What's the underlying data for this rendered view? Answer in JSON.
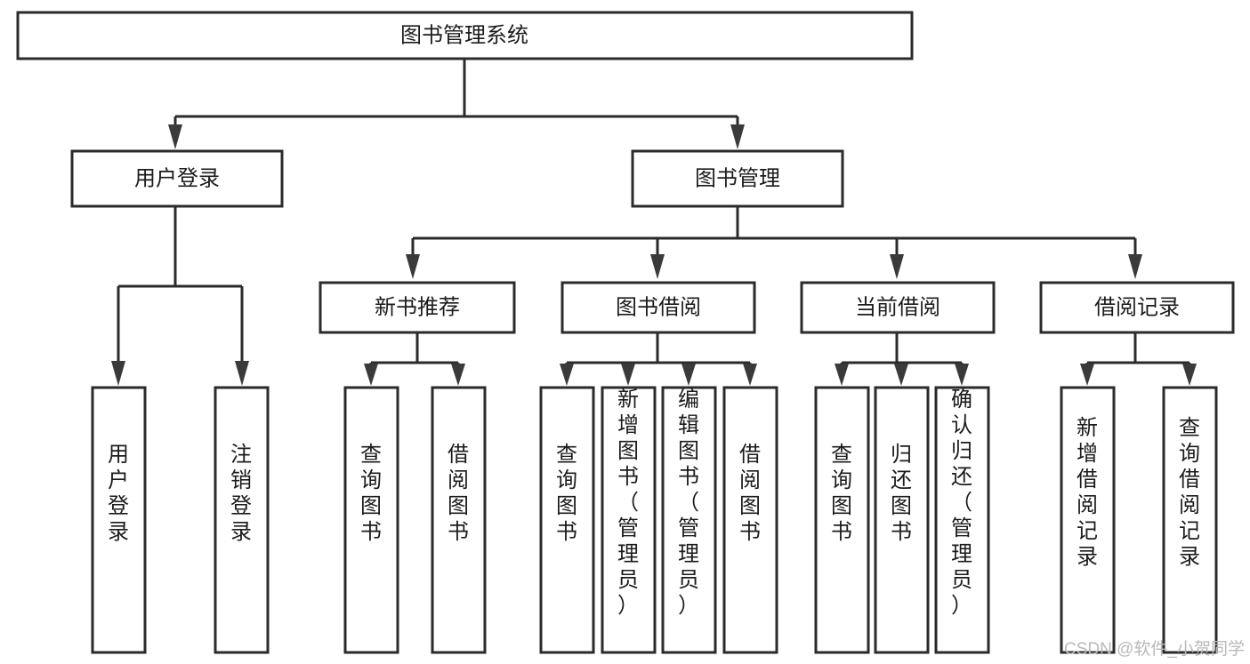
{
  "diagram": {
    "title": "图书管理系统",
    "type": "tree-hierarchy",
    "watermark": "CSDN @软件_小贺同学",
    "colors": {
      "box_stroke": "#2b2b2b",
      "box_fill": "#ffffff",
      "line": "#2b2b2b",
      "arrow": "#3a3a3a",
      "text": "#1b1b1b",
      "watermark": "#b9b9b9",
      "background": "#ffffff"
    },
    "nodes": {
      "root": {
        "label": "图书管理系统",
        "orientation": "horizontal"
      },
      "level2": [
        {
          "id": "user-login",
          "label": "用户登录",
          "orientation": "horizontal"
        },
        {
          "id": "book-manage",
          "label": "图书管理",
          "orientation": "horizontal"
        }
      ],
      "level3": [
        {
          "id": "new-book-recommend",
          "label": "新书推荐",
          "orientation": "horizontal"
        },
        {
          "id": "book-borrow",
          "label": "图书借阅",
          "orientation": "horizontal"
        },
        {
          "id": "current-borrow",
          "label": "当前借阅",
          "orientation": "horizontal"
        },
        {
          "id": "borrow-record",
          "label": "借阅记录",
          "orientation": "horizontal"
        }
      ],
      "leaves": {
        "user-login": [
          {
            "id": "leaf-user-login",
            "label": "用户登录",
            "orientation": "vertical"
          },
          {
            "id": "leaf-user-logout",
            "label": "注销登录",
            "orientation": "vertical"
          }
        ],
        "new-book-recommend": [
          {
            "id": "leaf-query-book-1",
            "label": "查询图书",
            "orientation": "vertical"
          },
          {
            "id": "leaf-borrow-book-1",
            "label": "借阅图书",
            "orientation": "vertical"
          }
        ],
        "book-borrow": [
          {
            "id": "leaf-query-book-2",
            "label": "查询图书",
            "orientation": "vertical"
          },
          {
            "id": "leaf-add-book",
            "label": "新增图书（管理员）",
            "orientation": "vertical"
          },
          {
            "id": "leaf-edit-book",
            "label": "编辑图书（管理员）",
            "orientation": "vertical"
          },
          {
            "id": "leaf-borrow-book-2",
            "label": "借阅图书",
            "orientation": "vertical"
          }
        ],
        "current-borrow": [
          {
            "id": "leaf-query-book-3",
            "label": "查询图书",
            "orientation": "vertical"
          },
          {
            "id": "leaf-return-book",
            "label": "归还图书",
            "orientation": "vertical"
          },
          {
            "id": "leaf-confirm-return",
            "label": "确认归还（管理员）",
            "orientation": "vertical"
          }
        ],
        "borrow-record": [
          {
            "id": "leaf-add-record",
            "label": "新增借阅记录",
            "orientation": "vertical"
          },
          {
            "id": "leaf-query-record",
            "label": "查询借阅记录",
            "orientation": "vertical"
          }
        ]
      }
    }
  }
}
